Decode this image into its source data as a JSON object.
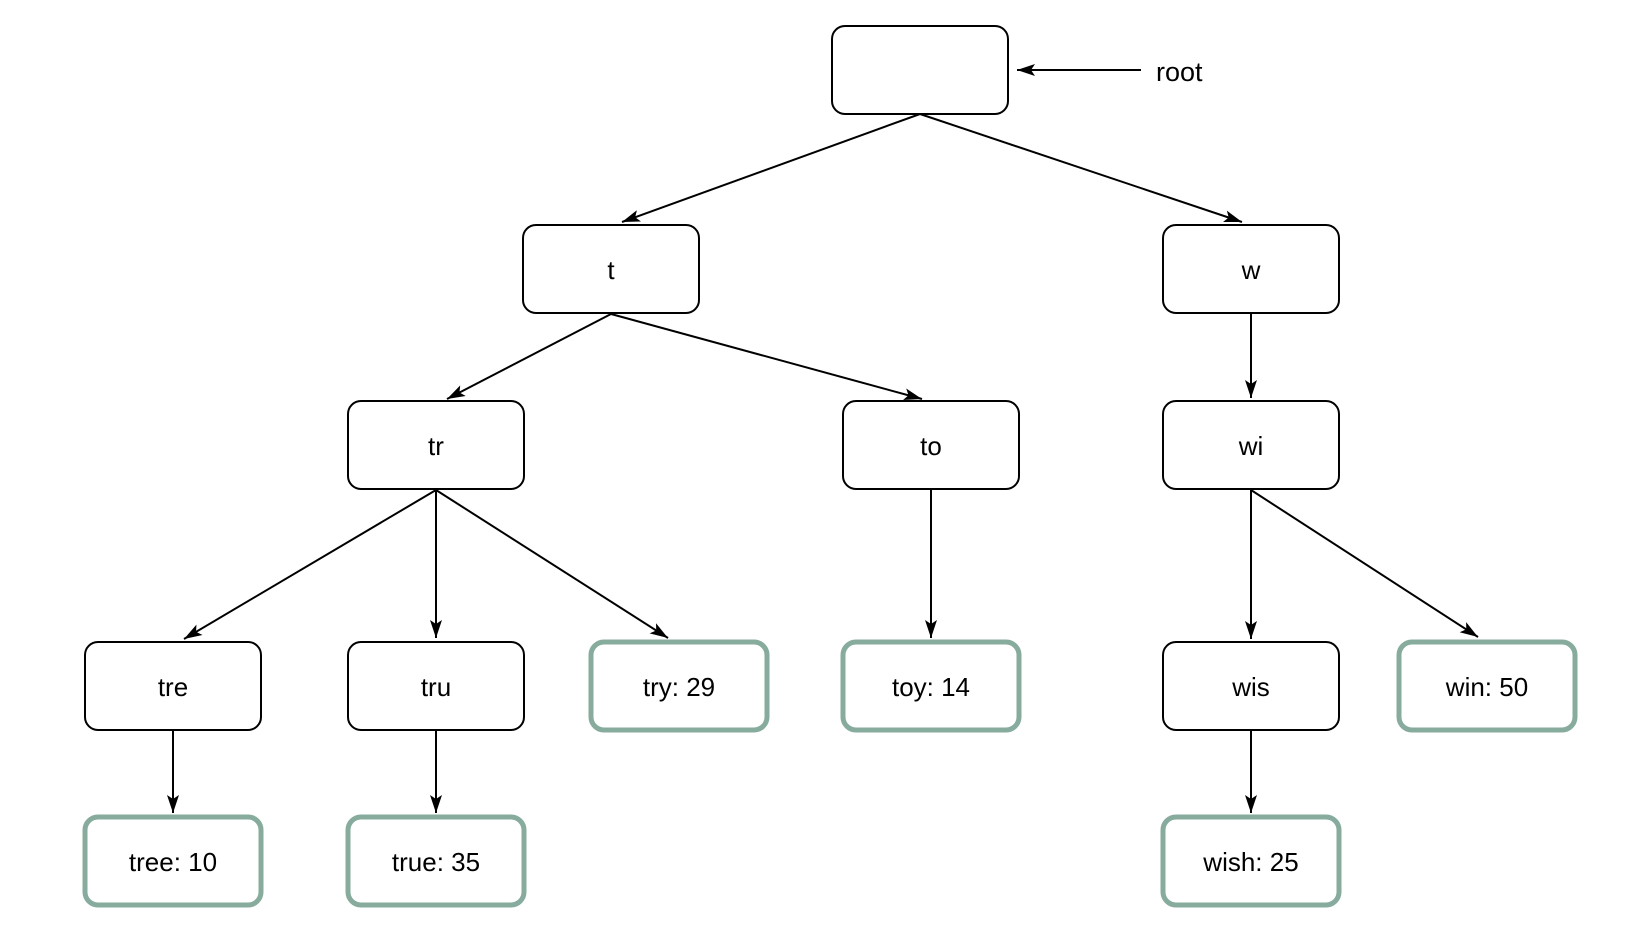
{
  "diagram": {
    "type": "trie",
    "nodes": {
      "root": {
        "label": "",
        "terminal": false
      },
      "t": {
        "label": "t",
        "terminal": false
      },
      "w": {
        "label": "w",
        "terminal": false
      },
      "tr": {
        "label": "tr",
        "terminal": false
      },
      "to": {
        "label": "to",
        "terminal": false
      },
      "wi": {
        "label": "wi",
        "terminal": false
      },
      "tre": {
        "label": "tre",
        "terminal": false
      },
      "tru": {
        "label": "tru",
        "terminal": false
      },
      "try": {
        "label": "try: 29",
        "terminal": true
      },
      "toy": {
        "label": "toy: 14",
        "terminal": true
      },
      "wis": {
        "label": "wis",
        "terminal": false
      },
      "win": {
        "label": "win: 50",
        "terminal": true
      },
      "tree": {
        "label": "tree: 10",
        "terminal": true
      },
      "true": {
        "label": "true: 35",
        "terminal": true
      },
      "wish": {
        "label": "wish: 25",
        "terminal": true
      }
    },
    "edges": [
      {
        "from": "root",
        "to": "t"
      },
      {
        "from": "root",
        "to": "w"
      },
      {
        "from": "t",
        "to": "tr"
      },
      {
        "from": "t",
        "to": "to"
      },
      {
        "from": "w",
        "to": "wi"
      },
      {
        "from": "tr",
        "to": "tre"
      },
      {
        "from": "tr",
        "to": "tru"
      },
      {
        "from": "tr",
        "to": "try"
      },
      {
        "from": "to",
        "to": "toy"
      },
      {
        "from": "wi",
        "to": "wis"
      },
      {
        "from": "wi",
        "to": "win"
      },
      {
        "from": "tre",
        "to": "tree"
      },
      {
        "from": "tru",
        "to": "true"
      },
      {
        "from": "wis",
        "to": "wish"
      }
    ],
    "annotation": {
      "root_pointer_label": "root"
    }
  },
  "colors": {
    "background": "#ffffff",
    "node_stroke": "#000000",
    "terminal_stroke": "#87ac9d",
    "edge": "#000000",
    "text": "#000000"
  }
}
